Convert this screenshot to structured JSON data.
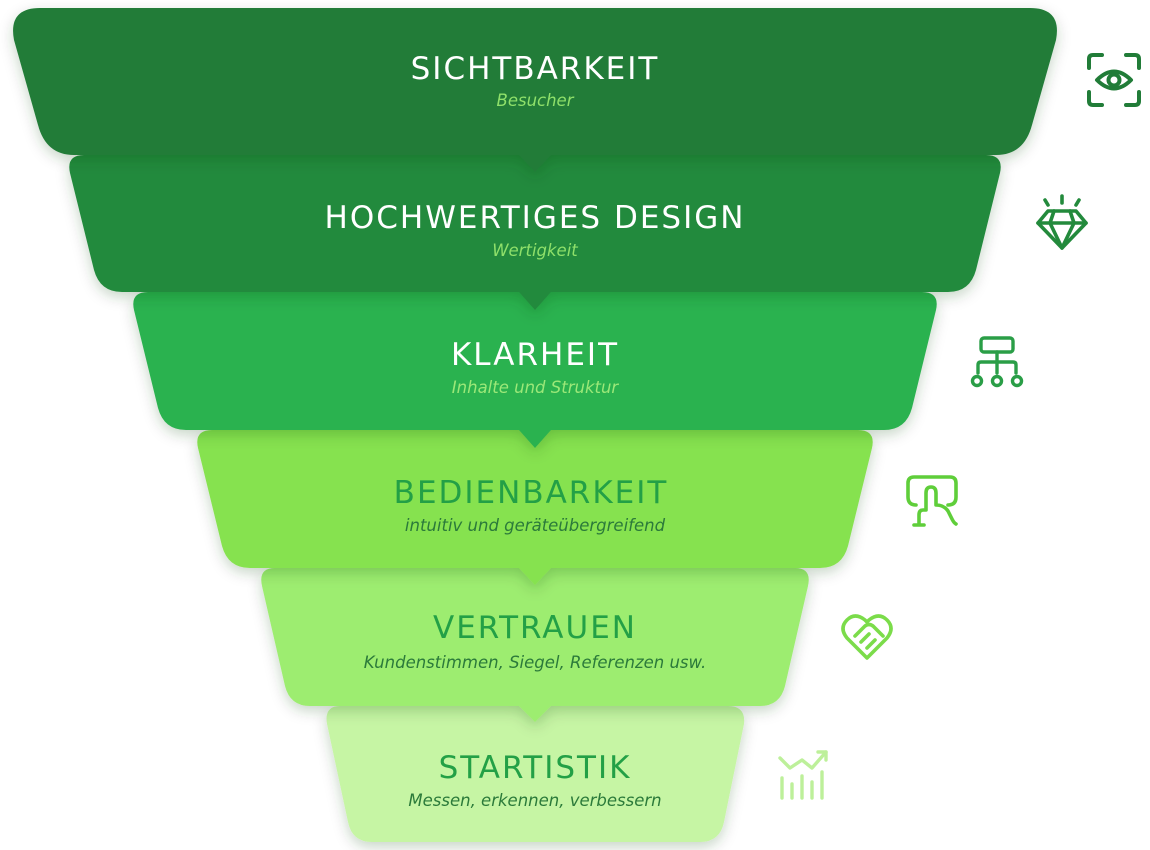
{
  "funnel": {
    "levels": [
      {
        "title": "SICHTBARKEIT",
        "subtitle": "Besucher",
        "icon": "eye-scan-icon",
        "fill": "#217c38",
        "title_color": "#ffffff",
        "subtitle_color": "#8fe06a",
        "icon_color": "#217c38"
      },
      {
        "title": "HOCHWERTIGES DESIGN",
        "subtitle": "Wertigkeit",
        "icon": "diamond-icon",
        "fill": "#238a3c",
        "title_color": "#ffffff",
        "subtitle_color": "#8fe06a",
        "icon_color": "#238a3c"
      },
      {
        "title": "KLARHEIT",
        "subtitle": "Inhalte und Struktur",
        "icon": "sitemap-icon",
        "fill": "#2cb24f",
        "title_color": "#ffffff",
        "subtitle_color": "#9be878",
        "icon_color": "#2a9e47"
      },
      {
        "title": "BEDIENBARKEIT",
        "subtitle": "intuitiv und geräteübergreifend",
        "icon": "touch-gesture-icon",
        "fill": "#86e250",
        "title_color": "#23a046",
        "subtitle_color": "#2b7a3a",
        "icon_color": "#5fce3a"
      },
      {
        "title": "VERTRAUEN",
        "subtitle": "Kundenstimmen, Siegel, Referenzen usw.",
        "icon": "handshake-heart-icon",
        "fill": "#9ded70",
        "title_color": "#23a046",
        "subtitle_color": "#2b7a3a",
        "icon_color": "#7bdc4a"
      },
      {
        "title": "STARTISTIK",
        "subtitle": "Messen, erkennen, verbessern",
        "icon": "statistics-chart-icon",
        "fill": "#c6f5a4",
        "title_color": "#23a046",
        "subtitle_color": "#2b7a3a",
        "icon_color": "#bdf09a"
      }
    ]
  }
}
